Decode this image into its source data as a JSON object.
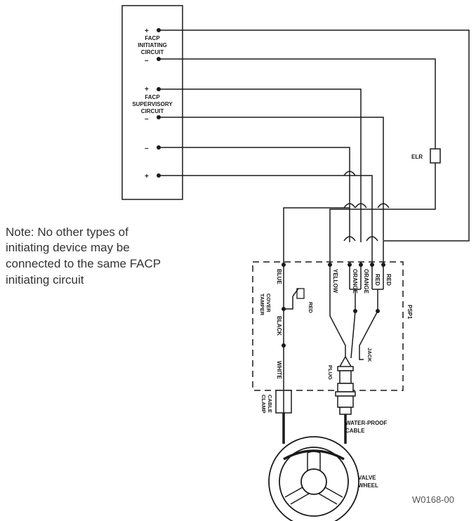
{
  "facp": {
    "plus": "+",
    "minus": "–",
    "initiating_label": [
      "FACP",
      "INITIATING",
      "CIRCUIT"
    ],
    "supervisory_label": [
      "FACP",
      "SUPERVISORY",
      "CIRCUIT"
    ]
  },
  "components": {
    "elr": "ELR",
    "psp1": "PSP1",
    "cover_tamper": [
      "COVER",
      "TAMPER"
    ],
    "red_small": "RED",
    "plug": "PLUG",
    "jack": "JACK",
    "cable_clamp": [
      "CABLE",
      "CLAMP"
    ],
    "water_proof_cable": [
      "WATER-PROOF",
      "CABLE"
    ],
    "valve_wheel": [
      "VALVE",
      "WHEEL"
    ]
  },
  "wires": {
    "blue": "BLUE",
    "black": "BLACK",
    "white": "WHITE",
    "yellow": "YELLOW",
    "orange1": "ORANGE",
    "orange2": "ORANGE",
    "red1": "RED",
    "red2": "RED"
  },
  "note": {
    "lines": [
      "Note: No other types of",
      "initiating device may be",
      "connected to the same FACP",
      "initiating circuit"
    ]
  },
  "drawing_code": "W0168-00"
}
